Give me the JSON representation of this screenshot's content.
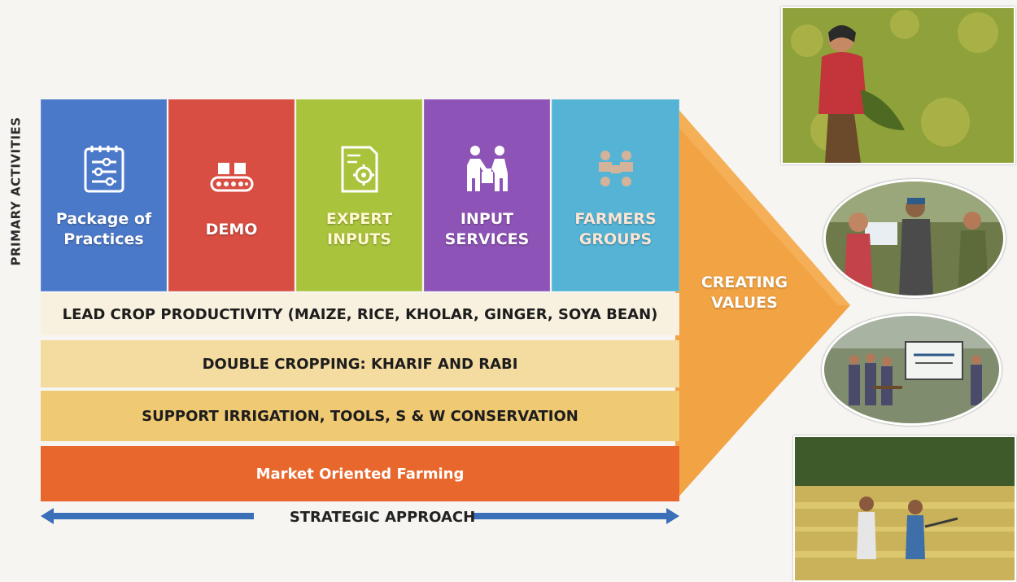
{
  "side_label": "PRIMARY ACTIVITIES",
  "activities": [
    {
      "label": "Package of Practices",
      "color": "#4b79c9"
    },
    {
      "label": "DEMO",
      "color": "#d84e42"
    },
    {
      "label": "EXPERT INPUTS",
      "color": "#a9c43c"
    },
    {
      "label": "INPUT SERVICES",
      "color": "#8e53b6"
    },
    {
      "label": "FARMERS GROUPS",
      "color": "#55b4d6"
    }
  ],
  "bands": [
    {
      "label": "LEAD CROP PRODUCTIVITY (MAIZE, RICE, KHOLAR, GINGER, SOYA BEAN)",
      "color": "#f9f1df"
    },
    {
      "label": "DOUBLE CROPPING: KHARIF AND RABI",
      "color": "#f4dba0"
    },
    {
      "label": "SUPPORT IRRIGATION, TOOLS, S & W CONSERVATION",
      "color": "#f0c973"
    },
    {
      "label": "Market Oriented Farming",
      "color": "#e8672d"
    }
  ],
  "arrow": {
    "label": "CREATING VALUES",
    "color": "#f0a64a"
  },
  "footer": {
    "label": "STRATEGIC APPROACH",
    "arrow_color": "#3b6fb8"
  },
  "photos": [
    {
      "icon": "woman-in-field-photo"
    },
    {
      "icon": "farmers-group-photo"
    },
    {
      "icon": "community-signboard-photo"
    },
    {
      "icon": "farmers-harvest-photo"
    }
  ]
}
